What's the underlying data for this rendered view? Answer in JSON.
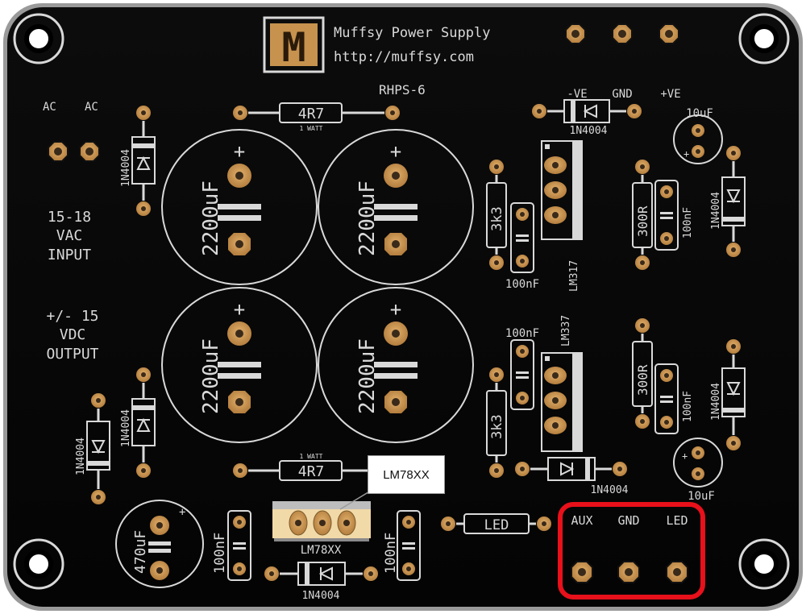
{
  "board": {
    "title": "Muffsy Power Supply",
    "url": "http://muffsy.com",
    "model": "RHPS-6",
    "logo_letter": "M",
    "colors": {
      "board": "#080808",
      "silk": "#d9d9d9",
      "pad": "#c6924e",
      "highlight": "#e8101a"
    }
  },
  "labels": {
    "ac1": "AC",
    "ac2": "AC",
    "input1": "15-18",
    "input2": "VAC",
    "input3": "INPUT",
    "output1": "+/- 15",
    "output2": "VDC",
    "output3": "OUTPUT",
    "out_neg": "-VE",
    "out_gnd": "GND",
    "out_pos": "+VE",
    "aux": "AUX",
    "aux_gnd": "GND",
    "aux_led": "LED",
    "cap_plus": "+"
  },
  "components": {
    "r_top": "4R7",
    "r_top_note": "1 WATT",
    "r_bot": "4R7",
    "r_bot_note": "1 WATT",
    "cap_big1": "2200uF",
    "cap_big2": "2200uF",
    "cap_big3": "2200uF",
    "cap_big4": "2200uF",
    "diode_left_top": "1N4004",
    "diode_left_mid": "1N4004",
    "diode_left_bot": "1N4004",
    "diode_top": "1N4004",
    "diode_right_top": "1N4004",
    "diode_right_bot": "1N4004",
    "diode_mid": "1N4004",
    "diode_bottom": "1N4004",
    "cap_10uf_top": "10uF",
    "cap_10uf_bot": "10uF",
    "r_3k3_top": "3k3",
    "r_3k3_bot": "3k3",
    "r_300_top": "300R",
    "r_300_bot": "300R",
    "c_100_1": "100nF",
    "c_100_2": "100nF",
    "c_100_3": "100nF",
    "c_100_4": "100nF",
    "c_100_5": "100nF",
    "c_100_6": "100nF",
    "reg_lm317": "LM317",
    "reg_lm337": "LM337",
    "reg_78": "LM78XX",
    "cap_470": "470uF",
    "led": "LED"
  },
  "callout": {
    "text": "LM78XX"
  }
}
